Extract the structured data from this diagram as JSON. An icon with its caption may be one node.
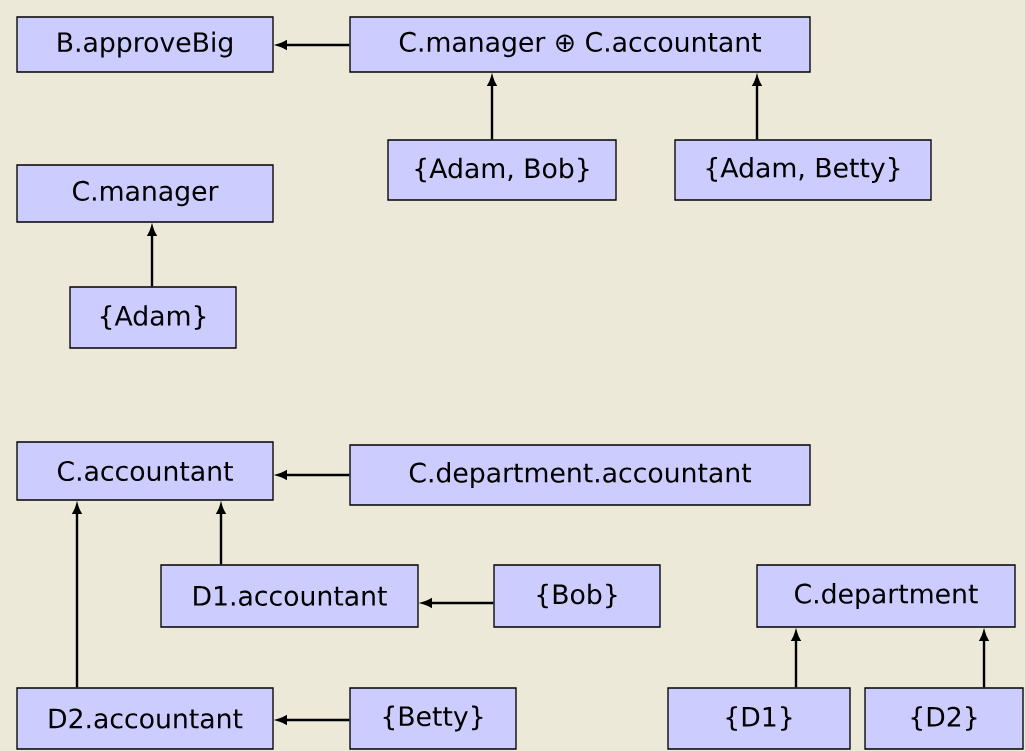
{
  "diagram": {
    "nodes": [
      {
        "text": [
          "B.approveBig"
        ]
      },
      {
        "text": [
          "C.manager ⊕ C.accountant"
        ]
      },
      {
        "text": [
          "{Adam, Bob}"
        ]
      },
      {
        "text": [
          "{Adam, Betty}"
        ]
      },
      {
        "text": [
          "C.manager"
        ]
      },
      {
        "text": [
          "{Adam}"
        ]
      },
      {
        "text": [
          "C.accountant"
        ]
      },
      {
        "text": [
          "C.department.accountant"
        ]
      },
      {
        "text": [
          "D1.accountant"
        ]
      },
      {
        "text": [
          "{Bob}"
        ]
      },
      {
        "text": [
          "C.department"
        ]
      },
      {
        "text": [
          "D2.accountant"
        ]
      },
      {
        "text": [
          "{Betty}"
        ]
      },
      {
        "text": [
          "{D1}"
        ]
      },
      {
        "text": [
          "{D2}"
        ]
      }
    ],
    "edges": [
      {
        "from": 1,
        "to": 0,
        "arrow": "to"
      },
      {
        "from": 2,
        "to": 1,
        "arrow": "to"
      },
      {
        "from": 3,
        "to": 1,
        "arrow": "to"
      },
      {
        "from": 5,
        "to": 4,
        "arrow": "to"
      },
      {
        "from": 7,
        "to": 6,
        "arrow": "to"
      },
      {
        "from": 8,
        "to": 6,
        "arrow": "to"
      },
      {
        "from": 11,
        "to": 6,
        "arrow": "to"
      },
      {
        "from": 9,
        "to": 8,
        "arrow": "to"
      },
      {
        "from": 12,
        "to": 11,
        "arrow": "to"
      },
      {
        "from": 13,
        "to": 10,
        "arrow": "to"
      },
      {
        "from": 14,
        "to": 10,
        "arrow": "to"
      }
    ]
  }
}
